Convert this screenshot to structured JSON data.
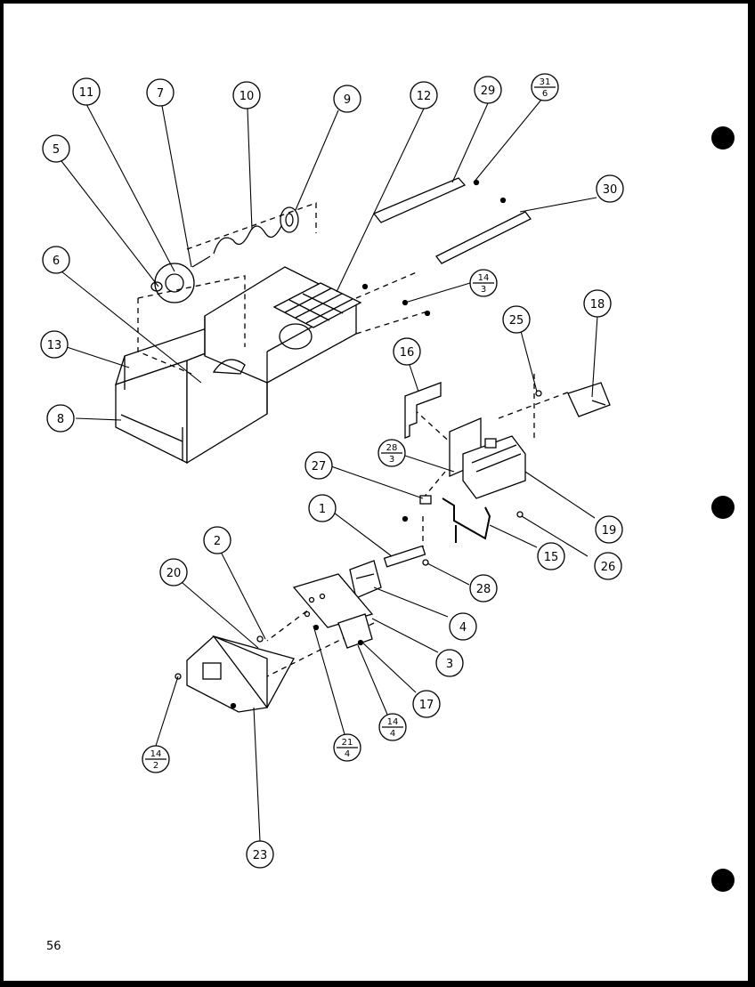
{
  "page_number": "56",
  "callouts": [
    {
      "id": "c-11",
      "label": "11"
    },
    {
      "id": "c-7",
      "label": "7"
    },
    {
      "id": "c-10",
      "label": "10"
    },
    {
      "id": "c-9",
      "label": "9"
    },
    {
      "id": "c-12",
      "label": "12"
    },
    {
      "id": "c-29",
      "label": "29"
    },
    {
      "id": "c-31-6",
      "top": "31",
      "bottom": "6"
    },
    {
      "id": "c-5",
      "label": "5"
    },
    {
      "id": "c-30",
      "label": "30"
    },
    {
      "id": "c-6",
      "label": "6"
    },
    {
      "id": "c-14-3",
      "top": "14",
      "bottom": "3"
    },
    {
      "id": "c-18",
      "label": "18"
    },
    {
      "id": "c-25",
      "label": "25"
    },
    {
      "id": "c-13",
      "label": "13"
    },
    {
      "id": "c-16",
      "label": "16"
    },
    {
      "id": "c-8",
      "label": "8"
    },
    {
      "id": "c-28-3",
      "top": "28",
      "bottom": "3"
    },
    {
      "id": "c-27",
      "label": "27"
    },
    {
      "id": "c-19",
      "label": "19"
    },
    {
      "id": "c-1",
      "label": "1"
    },
    {
      "id": "c-15",
      "label": "15"
    },
    {
      "id": "c-26",
      "label": "26"
    },
    {
      "id": "c-2",
      "label": "2"
    },
    {
      "id": "c-28",
      "label": "28"
    },
    {
      "id": "c-20",
      "label": "20"
    },
    {
      "id": "c-4",
      "label": "4"
    },
    {
      "id": "c-3",
      "label": "3"
    },
    {
      "id": "c-17",
      "label": "17"
    },
    {
      "id": "c-14-4",
      "top": "14",
      "bottom": "4"
    },
    {
      "id": "c-21-4",
      "top": "21",
      "bottom": "4"
    },
    {
      "id": "c-14-2",
      "top": "14",
      "bottom": "2"
    },
    {
      "id": "c-23",
      "label": "23"
    }
  ]
}
